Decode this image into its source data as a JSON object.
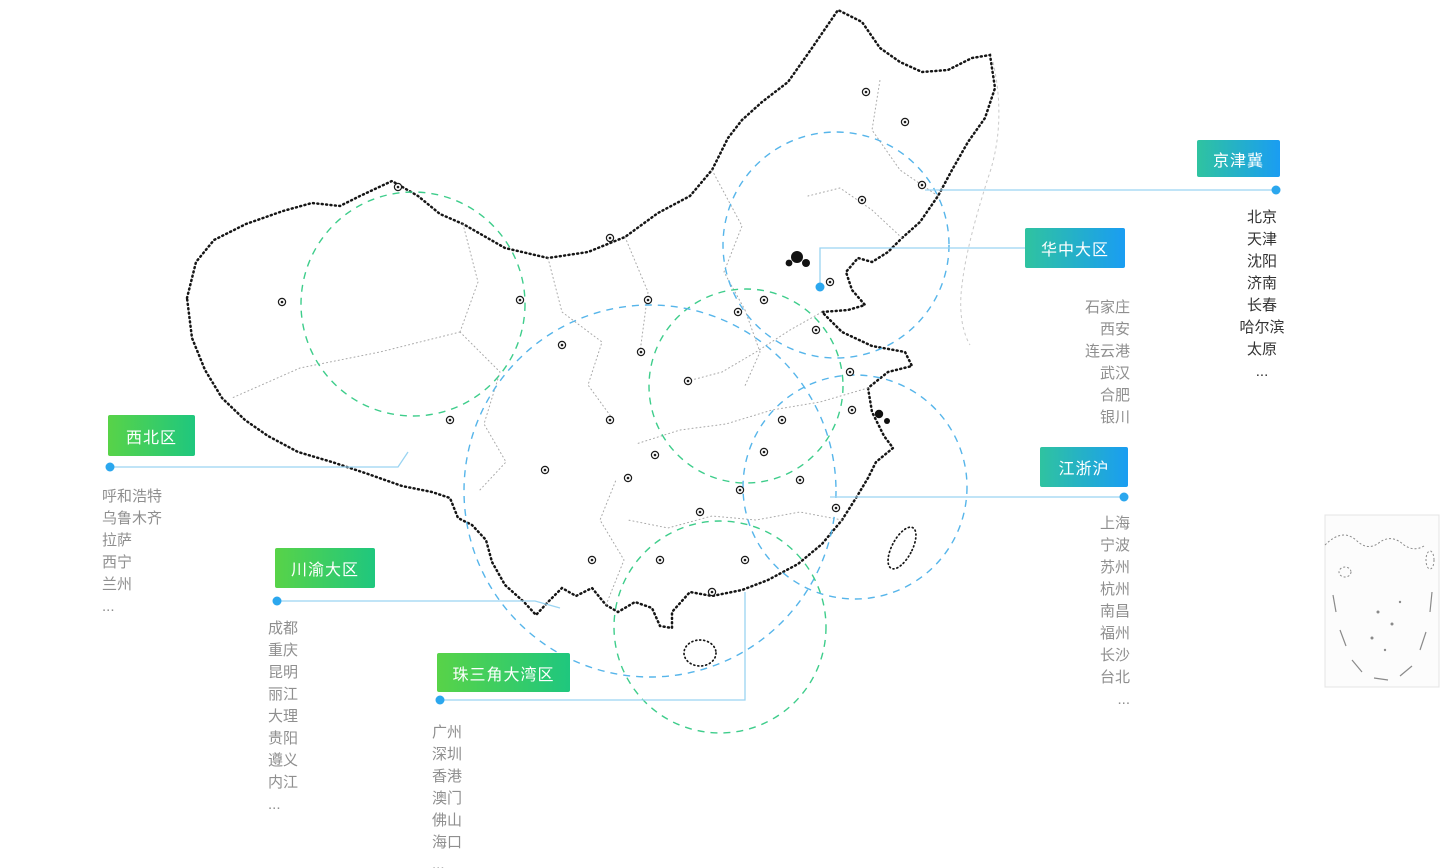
{
  "colors": {
    "blue_label_gradient": [
      "#2fc3a0",
      "#1a9df2"
    ],
    "green_label_gradient": [
      "#58d348",
      "#1fc77e"
    ],
    "blue_region_circle": "#56b5ea",
    "green_region_circle": "#3ecd8b",
    "callout_line": "#9ad4f2",
    "callout_dot": "#2ba7ee",
    "map_outline": "#161616",
    "city_list_dark": "#333333",
    "city_list_gray": "#8f8f8f"
  },
  "regions": [
    {
      "id": "jingjinji",
      "label": "京津冀",
      "theme": "blue",
      "cities": [
        "北京",
        "天津",
        "沈阳",
        "济南",
        "长春",
        "哈尔滨",
        "太原",
        "..."
      ]
    },
    {
      "id": "huazhong",
      "label": "华中大区",
      "theme": "blue",
      "cities": [
        "石家庄",
        "西安",
        "连云港",
        "武汉",
        "合肥",
        "银川"
      ]
    },
    {
      "id": "jiangzhehu",
      "label": "江浙沪",
      "theme": "blue",
      "cities": [
        "上海",
        "宁波",
        "苏州",
        "杭州",
        "南昌",
        "福州",
        "长沙",
        "台北",
        "..."
      ]
    },
    {
      "id": "xibei",
      "label": "西北区",
      "theme": "green",
      "cities": [
        "呼和浩特",
        "乌鲁木齐",
        "拉萨",
        "西宁",
        "兰州",
        "..."
      ]
    },
    {
      "id": "chuanyu",
      "label": "川渝大区",
      "theme": "green",
      "cities": [
        "成都",
        "重庆",
        "昆明",
        "丽江",
        "大理",
        "贵阳",
        "遵义",
        "内江",
        "..."
      ]
    },
    {
      "id": "zhusanjiao",
      "label": "珠三角大湾区",
      "theme": "green",
      "cities": [
        "广州",
        "深圳",
        "香港",
        "澳门",
        "佛山",
        "海口",
        "..."
      ]
    }
  ]
}
